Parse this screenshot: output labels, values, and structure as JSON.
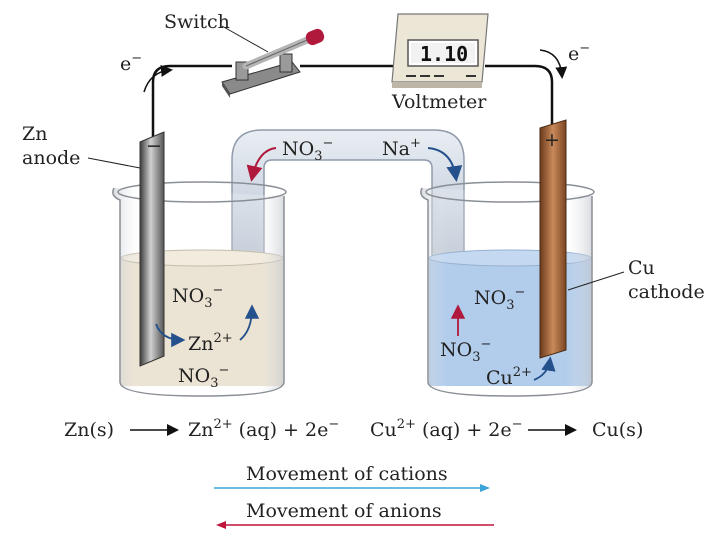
{
  "labels": {
    "switch": "Switch",
    "voltmeter": "Voltmeter",
    "voltmeter_reading": "1.10",
    "electron_left": "e",
    "electron_right": "e",
    "electron_sup": "−",
    "zn_anode_line1": "Zn",
    "zn_anode_line2": "anode",
    "cu_cathode_line1": "Cu",
    "cu_cathode_line2": "cathode",
    "minus_sign": "−",
    "plus_sign": "+",
    "bridge_anion": "NO",
    "bridge_anion_sub": "3",
    "bridge_anion_sup": "−",
    "bridge_cation": "Na",
    "bridge_cation_sup": "+",
    "left_no3_top": "NO",
    "left_zn_ion": "Zn",
    "left_zn_ion_sup": "2+",
    "left_no3_bottom": "NO",
    "right_no3_top": "NO",
    "right_no3_mid": "NO",
    "right_cu_ion": "Cu",
    "right_cu_ion_sup": "2+",
    "sub3": "3",
    "supminus": "−"
  },
  "equations": {
    "left_reactant": "Zn(s)",
    "left_product": "Zn",
    "left_product_sup": "2+",
    "left_product_rest": " (aq) + 2e",
    "left_product_rest_sup": "−",
    "right_reactant": "Cu",
    "right_reactant_sup": "2+",
    "right_reactant_rest": " (aq) + 2e",
    "right_reactant_rest_sup": "−",
    "right_product": "Cu(s)"
  },
  "legend": {
    "cations": "Movement of cations",
    "anions": "Movement of anions",
    "cations_color": "#3aa3d6",
    "anions_color": "#c0143c"
  },
  "colors": {
    "zinc_solution": "#e6dcc8",
    "copper_solution": "#9fc0e6",
    "copper_electrode": "#a0623a",
    "zinc_electrode": "#7a7a7a",
    "wire": "#111111",
    "switch_knob": "#b0183c"
  },
  "icons": {
    "switch": "knife-switch-icon",
    "voltmeter": "voltmeter-icon"
  }
}
